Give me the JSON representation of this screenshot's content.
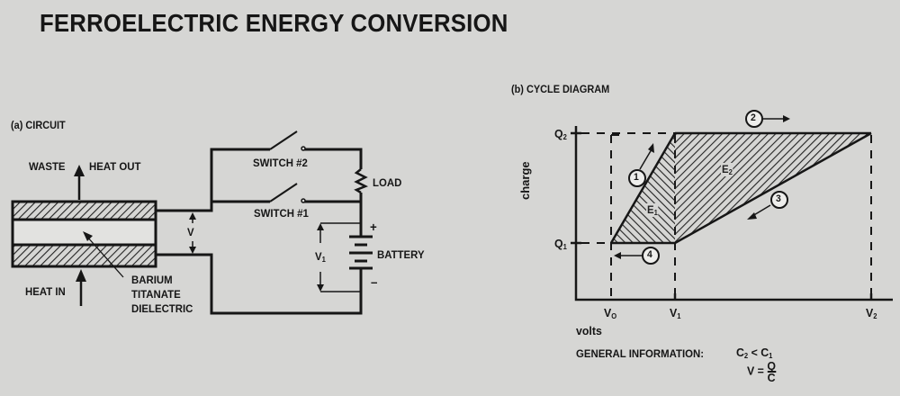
{
  "title": "FERROELECTRIC ENERGY CONVERSION",
  "circuit": {
    "section_label": "(a) CIRCUIT",
    "waste_label": "WASTE",
    "heat_out_label": "HEAT OUT",
    "heat_in_label": "HEAT IN",
    "dielectric_label_lines": [
      "BARIUM",
      "TITANATE",
      "DIELECTRIC"
    ],
    "voltage_label": "V",
    "switch2_label": "SWITCH #2",
    "switch1_label": "SWITCH #1",
    "load_label": "LOAD",
    "battery_label": "BATTERY",
    "battery_plus": "+",
    "battery_minus": "–",
    "battery_voltage_label": "V",
    "battery_voltage_sub": "1"
  },
  "cycle": {
    "section_label": "(b) CYCLE DIAGRAM",
    "y_axis_label": "charge",
    "x_axis_label": "volts",
    "y_ticks": [
      {
        "label": "Q",
        "sub": "2"
      },
      {
        "label": "Q",
        "sub": "1"
      }
    ],
    "x_ticks": [
      {
        "label": "V",
        "sub": "O"
      },
      {
        "label": "V",
        "sub": "1"
      },
      {
        "label": "V",
        "sub": "2"
      }
    ],
    "regions": [
      {
        "label": "E",
        "sub": "1"
      },
      {
        "label": "E",
        "sub": "2"
      }
    ],
    "steps": [
      "1",
      "2",
      "3",
      "4"
    ],
    "cycle_points": {
      "description": "Charge vs. volts cycle",
      "path": [
        {
          "step": "1",
          "from": "V0,Q1",
          "to": "V1,Q2"
        },
        {
          "step": "2",
          "from": "V1,Q2",
          "to": "V2,Q2"
        },
        {
          "step": "3",
          "from": "V2,Q2",
          "to": "V1,Q1"
        },
        {
          "step": "4",
          "from": "V1,Q1",
          "to": "V0,Q1"
        }
      ]
    }
  },
  "general_info": {
    "label": "GENERAL INFORMATION:",
    "relation1": {
      "left": "C",
      "left_sub": "2",
      "op": "<",
      "right": "C",
      "right_sub": "1"
    },
    "relation2": {
      "left": "V",
      "op": "=",
      "num": "Q",
      "den": "C"
    }
  }
}
